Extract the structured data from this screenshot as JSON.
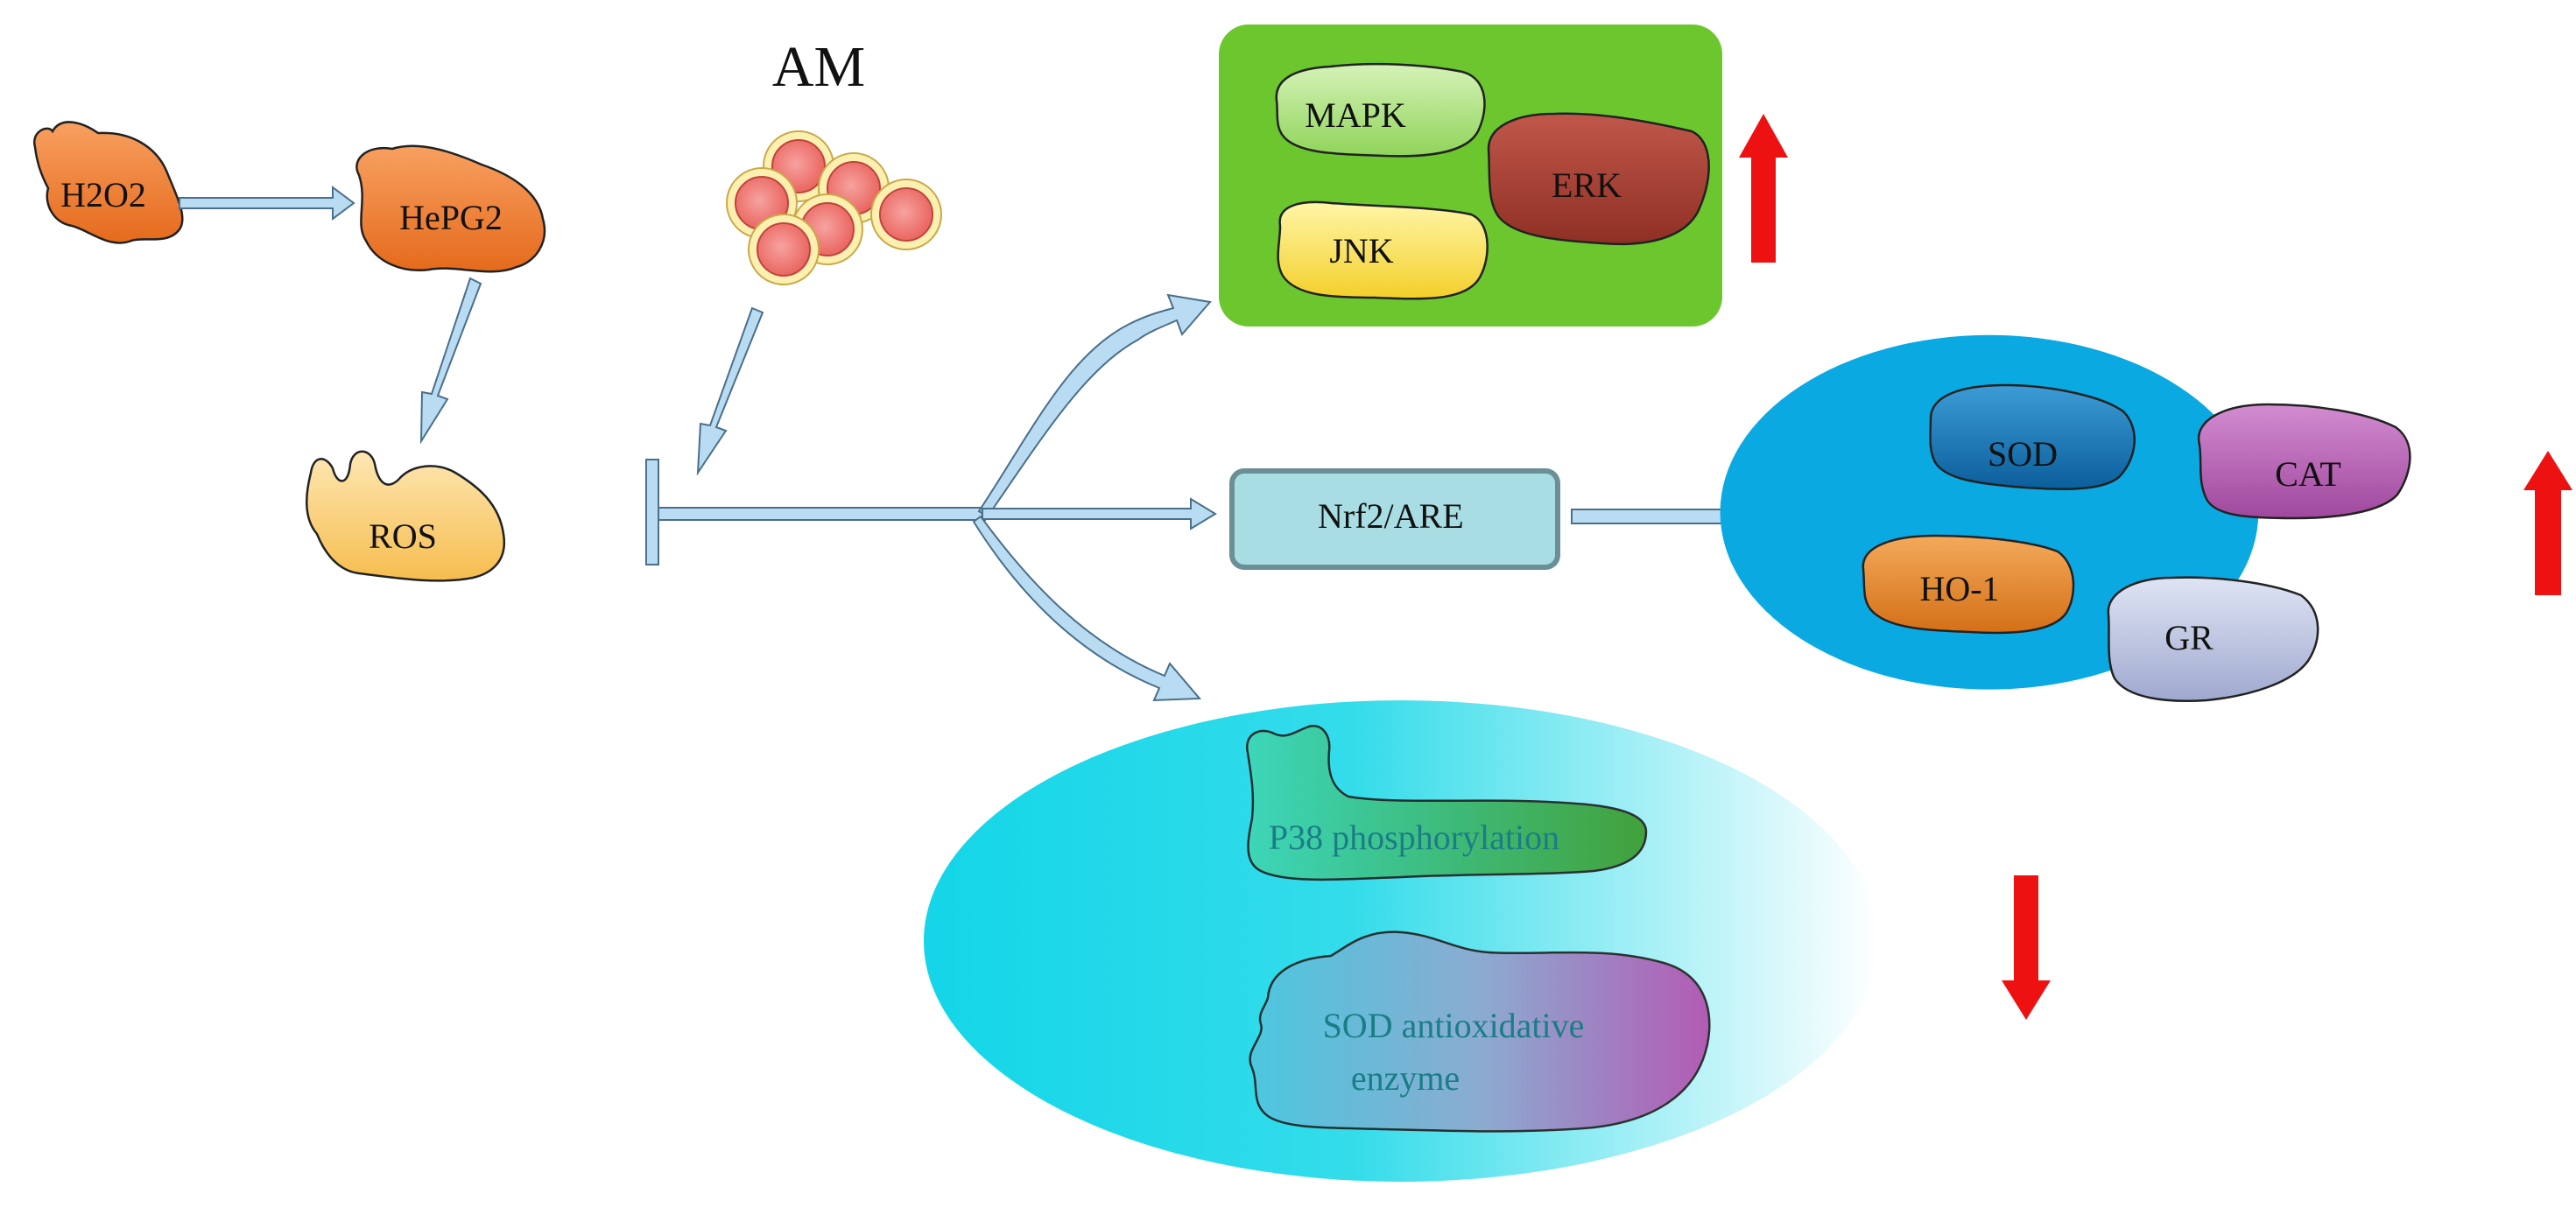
{
  "nodes": {
    "h2o2": "H2O2",
    "hepg2": "HePG2",
    "ros": "ROS",
    "am": "AM",
    "mapk": "MAPK",
    "erk": "ERK",
    "jnk": "JNK",
    "nrf2": "Nrf2/ARE",
    "sod": "SOD",
    "cat": "CAT",
    "ho1": "HO-1",
    "gr": "GR",
    "p38": "P38 phosphorylation",
    "sod_enzyme_line1": "SOD antioxidative",
    "sod_enzyme_line2": "enzyme"
  },
  "indicators": {
    "mapk_group": "up",
    "antioxidant_group": "up",
    "p38_group": "down"
  },
  "colors": {
    "arrow_fill": "#b9dcf2",
    "arrow_stroke": "#4a6f8a",
    "up_down_arrow": "#ee1111",
    "mapk_box": "#6cc62e",
    "antioxidant_ellipse": "#0aa9e2",
    "p38_ellipse": "#13d8e8",
    "nrf2_box": "#a8dde4"
  }
}
